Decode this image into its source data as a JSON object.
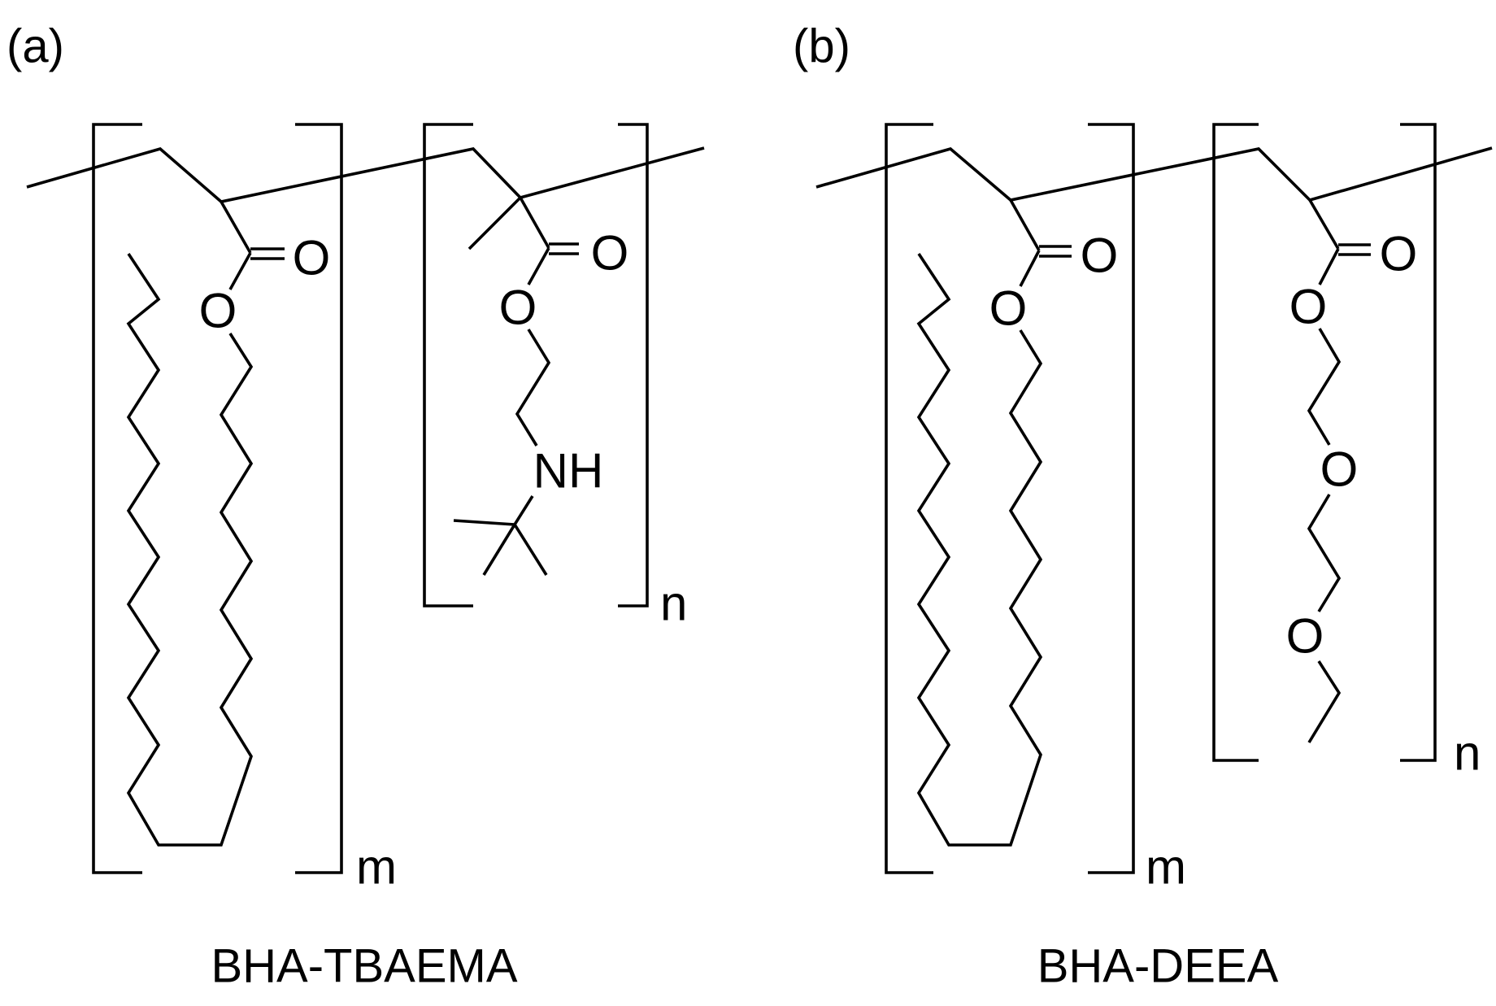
{
  "panels": [
    {
      "label": "(a)",
      "caption": "BHA-TBAEMA",
      "unit1_subscript": "m",
      "unit2_subscript": "n",
      "atoms": {
        "carbonyl_o1": "O",
        "ester_o1": "O",
        "carbonyl_o2": "O",
        "ester_o2": "O",
        "amine": "NH"
      }
    },
    {
      "label": "(b)",
      "caption": "BHA-DEEA",
      "unit1_subscript": "m",
      "unit2_subscript": "n",
      "atoms": {
        "carbonyl_o1": "O",
        "ester_o1": "O",
        "carbonyl_o2": "O",
        "ester_o2": "O",
        "ether_o": "O",
        "ether_o2": "O"
      }
    }
  ]
}
